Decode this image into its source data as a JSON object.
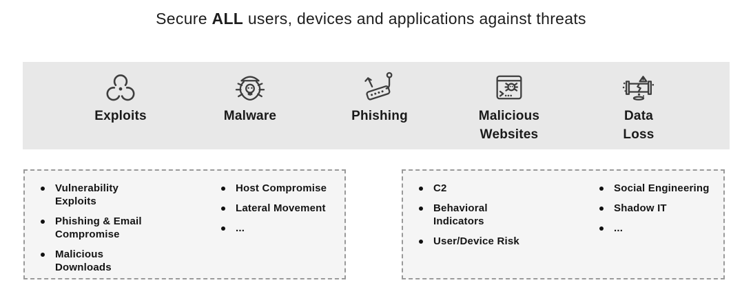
{
  "title": {
    "prefix": "Secure ",
    "emphasis": "ALL",
    "suffix": " users, devices and applications against threats"
  },
  "threat_bar": {
    "items": [
      {
        "label": "Exploits",
        "icon": "biohazard-icon"
      },
      {
        "label": "Malware",
        "icon": "malware-bug-skull-icon"
      },
      {
        "label": "Phishing",
        "icon": "phishing-hook-credentials-icon"
      },
      {
        "label": "Malicious\nWebsites",
        "icon": "browser-bug-icon"
      },
      {
        "label": "Data\nLoss",
        "icon": "leaking-pipe-icon"
      }
    ]
  },
  "detail_boxes": {
    "left": {
      "col1": [
        "Vulnerability Exploits",
        "Phishing & Email Compromise",
        "Malicious Downloads"
      ],
      "col2": [
        "Host Compromise",
        "Lateral Movement",
        "..."
      ]
    },
    "right": {
      "col1": [
        "C2",
        "Behavioral Indicators",
        "User/Device Risk"
      ],
      "col2": [
        "Social Engineering",
        "Shadow IT",
        "..."
      ]
    }
  },
  "colors": {
    "band_background": "#e8e8e8",
    "box_background": "#f5f5f5",
    "box_border": "#999999",
    "text": "#1a1a1a",
    "icon_stroke": "#3d3d3d"
  }
}
